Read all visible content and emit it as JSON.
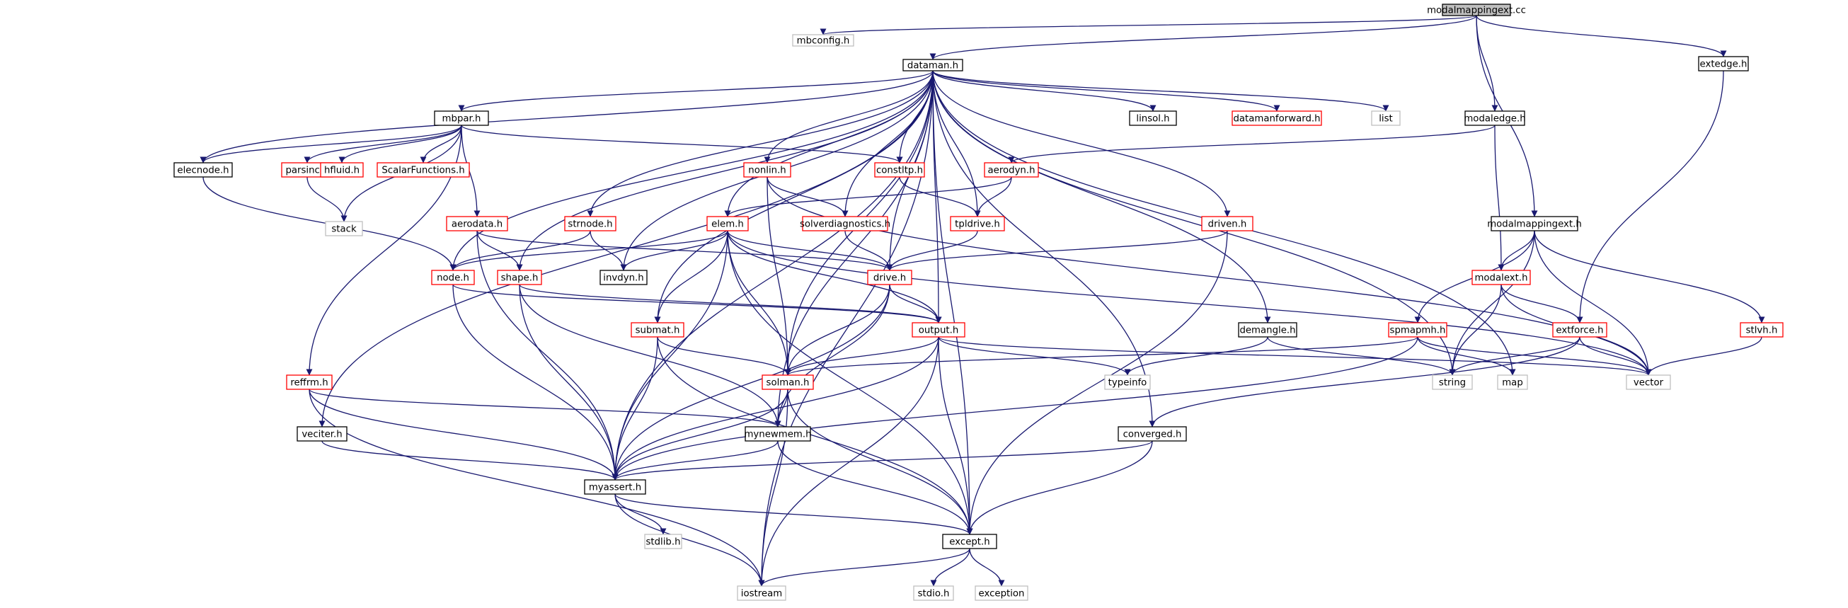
{
  "colors": {
    "edge": "#191970",
    "border_normal": "#000000",
    "border_truncated": "#ff0000",
    "border_external": "#bfbfbf",
    "fill_root": "#bfbfbf",
    "fill": "#ffffff",
    "text_normal": "#000000",
    "text_external": "#555555"
  },
  "nodes": [
    {
      "id": "modalmappingext_cc",
      "label": "modalmappingext.cc",
      "kind": "root"
    },
    {
      "id": "mbconfig_h",
      "label": "mbconfig.h",
      "kind": "external"
    },
    {
      "id": "dataman_h",
      "label": "dataman.h",
      "kind": "normal"
    },
    {
      "id": "extedge_h",
      "label": "extedge.h",
      "kind": "normal"
    },
    {
      "id": "mbpar_h",
      "label": "mbpar.h",
      "kind": "normal"
    },
    {
      "id": "linsol_h",
      "label": "linsol.h",
      "kind": "normal"
    },
    {
      "id": "datamanforward_h",
      "label": "datamanforward.h",
      "kind": "truncated"
    },
    {
      "id": "list",
      "label": "list",
      "kind": "external"
    },
    {
      "id": "modaledge_h",
      "label": "modaledge.h",
      "kind": "normal"
    },
    {
      "id": "elecnode_h",
      "label": "elecnode.h",
      "kind": "normal"
    },
    {
      "id": "parsinc_h",
      "label": "parsinc.h",
      "kind": "truncated"
    },
    {
      "id": "hfluid_h",
      "label": "hfluid.h",
      "kind": "truncated"
    },
    {
      "id": "scalarfunctions_h",
      "label": "ScalarFunctions.h",
      "kind": "truncated"
    },
    {
      "id": "nonlin_h",
      "label": "nonlin.h",
      "kind": "truncated"
    },
    {
      "id": "constltp_h",
      "label": "constltp.h",
      "kind": "truncated"
    },
    {
      "id": "aerodyn_h",
      "label": "aerodyn.h",
      "kind": "truncated"
    },
    {
      "id": "stack",
      "label": "stack",
      "kind": "external"
    },
    {
      "id": "aerodata_h",
      "label": "aerodata.h",
      "kind": "truncated"
    },
    {
      "id": "strnode_h",
      "label": "strnode.h",
      "kind": "truncated"
    },
    {
      "id": "elem_h",
      "label": "elem.h",
      "kind": "truncated"
    },
    {
      "id": "solverdiagnostics_h",
      "label": "solverdiagnostics.h",
      "kind": "truncated"
    },
    {
      "id": "tpldrive_h",
      "label": "tpldrive.h",
      "kind": "truncated"
    },
    {
      "id": "driven_h",
      "label": "driven.h",
      "kind": "truncated"
    },
    {
      "id": "modalmappingext_h",
      "label": "modalmappingext.h",
      "kind": "normal"
    },
    {
      "id": "node_h",
      "label": "node.h",
      "kind": "truncated"
    },
    {
      "id": "shape_h",
      "label": "shape.h",
      "kind": "truncated"
    },
    {
      "id": "invdyn_h",
      "label": "invdyn.h",
      "kind": "normal"
    },
    {
      "id": "drive_h",
      "label": "drive.h",
      "kind": "truncated"
    },
    {
      "id": "modalext_h",
      "label": "modalext.h",
      "kind": "truncated"
    },
    {
      "id": "submat_h",
      "label": "submat.h",
      "kind": "truncated"
    },
    {
      "id": "output_h",
      "label": "output.h",
      "kind": "truncated"
    },
    {
      "id": "demangle_h",
      "label": "demangle.h",
      "kind": "normal"
    },
    {
      "id": "spmapmh_h",
      "label": "spmapmh.h",
      "kind": "truncated"
    },
    {
      "id": "extforce_h",
      "label": "extforce.h",
      "kind": "truncated"
    },
    {
      "id": "stlvh_h",
      "label": "stlvh.h",
      "kind": "truncated"
    },
    {
      "id": "reffrm_h",
      "label": "reffrm.h",
      "kind": "truncated"
    },
    {
      "id": "solman_h",
      "label": "solman.h",
      "kind": "truncated"
    },
    {
      "id": "typeinfo",
      "label": "typeinfo",
      "kind": "external"
    },
    {
      "id": "string",
      "label": "string",
      "kind": "external"
    },
    {
      "id": "map",
      "label": "map",
      "kind": "external"
    },
    {
      "id": "vector",
      "label": "vector",
      "kind": "external"
    },
    {
      "id": "veciter_h",
      "label": "veciter.h",
      "kind": "normal"
    },
    {
      "id": "mynewmem_h",
      "label": "mynewmem.h",
      "kind": "normal"
    },
    {
      "id": "converged_h",
      "label": "converged.h",
      "kind": "normal"
    },
    {
      "id": "myassert_h",
      "label": "myassert.h",
      "kind": "normal"
    },
    {
      "id": "stdlib_h",
      "label": "stdlib.h",
      "kind": "external"
    },
    {
      "id": "except_h",
      "label": "except.h",
      "kind": "normal"
    },
    {
      "id": "iostream",
      "label": "iostream",
      "kind": "external"
    },
    {
      "id": "stdio_h",
      "label": "stdio.h",
      "kind": "external"
    },
    {
      "id": "exception",
      "label": "exception",
      "kind": "external"
    }
  ],
  "edges": [
    [
      "modalmappingext_cc",
      "mbconfig_h"
    ],
    [
      "modalmappingext_cc",
      "dataman_h"
    ],
    [
      "modalmappingext_cc",
      "extedge_h"
    ],
    [
      "modalmappingext_cc",
      "modaledge_h"
    ],
    [
      "modalmappingext_cc",
      "modalmappingext_h"
    ],
    [
      "dataman_h",
      "mbpar_h"
    ],
    [
      "dataman_h",
      "linsol_h"
    ],
    [
      "dataman_h",
      "datamanforward_h"
    ],
    [
      "dataman_h",
      "list"
    ],
    [
      "dataman_h",
      "elecnode_h"
    ],
    [
      "dataman_h",
      "nonlin_h"
    ],
    [
      "dataman_h",
      "constltp_h"
    ],
    [
      "dataman_h",
      "strnode_h"
    ],
    [
      "dataman_h",
      "elem_h"
    ],
    [
      "dataman_h",
      "solverdiagnostics_h"
    ],
    [
      "dataman_h",
      "tpldrive_h"
    ],
    [
      "dataman_h",
      "driven_h"
    ],
    [
      "dataman_h",
      "node_h"
    ],
    [
      "dataman_h",
      "shape_h"
    ],
    [
      "dataman_h",
      "invdyn_h"
    ],
    [
      "dataman_h",
      "drive_h"
    ],
    [
      "dataman_h",
      "submat_h"
    ],
    [
      "dataman_h",
      "output_h"
    ],
    [
      "dataman_h",
      "demangle_h"
    ],
    [
      "dataman_h",
      "solman_h"
    ],
    [
      "dataman_h",
      "string"
    ],
    [
      "dataman_h",
      "map"
    ],
    [
      "dataman_h",
      "veciter_h"
    ],
    [
      "dataman_h",
      "mynewmem_h"
    ],
    [
      "dataman_h",
      "converged_h"
    ],
    [
      "dataman_h",
      "myassert_h"
    ],
    [
      "dataman_h",
      "except_h"
    ],
    [
      "dataman_h",
      "iostream"
    ],
    [
      "extedge_h",
      "extforce_h"
    ],
    [
      "mbpar_h",
      "elecnode_h"
    ],
    [
      "mbpar_h",
      "parsinc_h"
    ],
    [
      "mbpar_h",
      "hfluid_h"
    ],
    [
      "mbpar_h",
      "scalarfunctions_h"
    ],
    [
      "mbpar_h",
      "constltp_h"
    ],
    [
      "mbpar_h",
      "stack"
    ],
    [
      "mbpar_h",
      "aerodata_h"
    ],
    [
      "mbpar_h",
      "reffrm_h"
    ],
    [
      "modaledge_h",
      "aerodyn_h"
    ],
    [
      "modaledge_h",
      "modalext_h"
    ],
    [
      "elecnode_h",
      "node_h"
    ],
    [
      "parsinc_h",
      "stack"
    ],
    [
      "nonlin_h",
      "solverdiagnostics_h"
    ],
    [
      "nonlin_h",
      "solman_h"
    ],
    [
      "nonlin_h",
      "vector"
    ],
    [
      "constltp_h",
      "tpldrive_h"
    ],
    [
      "aerodyn_h",
      "elem_h"
    ],
    [
      "aerodyn_h",
      "tpldrive_h"
    ],
    [
      "aerodata_h",
      "shape_h"
    ],
    [
      "aerodata_h",
      "drive_h"
    ],
    [
      "aerodata_h",
      "myassert_h"
    ],
    [
      "strnode_h",
      "node_h"
    ],
    [
      "strnode_h",
      "invdyn_h"
    ],
    [
      "elem_h",
      "node_h"
    ],
    [
      "elem_h",
      "invdyn_h"
    ],
    [
      "elem_h",
      "drive_h"
    ],
    [
      "elem_h",
      "submat_h"
    ],
    [
      "elem_h",
      "output_h"
    ],
    [
      "elem_h",
      "solman_h"
    ],
    [
      "elem_h",
      "vector"
    ],
    [
      "elem_h",
      "myassert_h"
    ],
    [
      "elem_h",
      "except_h"
    ],
    [
      "solverdiagnostics_h",
      "drive_h"
    ],
    [
      "tpldrive_h",
      "drive_h"
    ],
    [
      "driven_h",
      "drive_h"
    ],
    [
      "driven_h",
      "except_h"
    ],
    [
      "modalmappingext_h",
      "modalext_h"
    ],
    [
      "modalmappingext_h",
      "spmapmh_h"
    ],
    [
      "modalmappingext_h",
      "stlvh_h"
    ],
    [
      "modalmappingext_h",
      "string"
    ],
    [
      "modalmappingext_h",
      "vector"
    ],
    [
      "node_h",
      "output_h"
    ],
    [
      "node_h",
      "myassert_h"
    ],
    [
      "shape_h",
      "output_h"
    ],
    [
      "shape_h",
      "mynewmem_h"
    ],
    [
      "shape_h",
      "myassert_h"
    ],
    [
      "drive_h",
      "output_h"
    ],
    [
      "drive_h",
      "solman_h"
    ],
    [
      "drive_h",
      "mynewmem_h"
    ],
    [
      "drive_h",
      "myassert_h"
    ],
    [
      "modalext_h",
      "extforce_h"
    ],
    [
      "modalext_h",
      "string"
    ],
    [
      "modalext_h",
      "vector"
    ],
    [
      "submat_h",
      "solman_h"
    ],
    [
      "submat_h",
      "myassert_h"
    ],
    [
      "submat_h",
      "except_h"
    ],
    [
      "output_h",
      "solman_h"
    ],
    [
      "output_h",
      "typeinfo"
    ],
    [
      "output_h",
      "vector"
    ],
    [
      "output_h",
      "myassert_h"
    ],
    [
      "output_h",
      "except_h"
    ],
    [
      "output_h",
      "iostream"
    ],
    [
      "demangle_h",
      "typeinfo"
    ],
    [
      "demangle_h",
      "string"
    ],
    [
      "spmapmh_h",
      "solman_h"
    ],
    [
      "spmapmh_h",
      "map"
    ],
    [
      "spmapmh_h",
      "vector"
    ],
    [
      "spmapmh_h",
      "myassert_h"
    ],
    [
      "extforce_h",
      "string"
    ],
    [
      "extforce_h",
      "vector"
    ],
    [
      "extforce_h",
      "converged_h"
    ],
    [
      "stlvh_h",
      "vector"
    ],
    [
      "reffrm_h",
      "mynewmem_h"
    ],
    [
      "reffrm_h",
      "myassert_h"
    ],
    [
      "reffrm_h",
      "iostream"
    ],
    [
      "solman_h",
      "mynewmem_h"
    ],
    [
      "solman_h",
      "myassert_h"
    ],
    [
      "solman_h",
      "except_h"
    ],
    [
      "solman_h",
      "iostream"
    ],
    [
      "veciter_h",
      "myassert_h"
    ],
    [
      "mynewmem_h",
      "myassert_h"
    ],
    [
      "mynewmem_h",
      "except_h"
    ],
    [
      "converged_h",
      "myassert_h"
    ],
    [
      "converged_h",
      "except_h"
    ],
    [
      "myassert_h",
      "stdlib_h"
    ],
    [
      "myassert_h",
      "except_h"
    ],
    [
      "myassert_h",
      "iostream"
    ],
    [
      "except_h",
      "iostream"
    ],
    [
      "except_h",
      "stdio_h"
    ],
    [
      "except_h",
      "exception"
    ]
  ]
}
